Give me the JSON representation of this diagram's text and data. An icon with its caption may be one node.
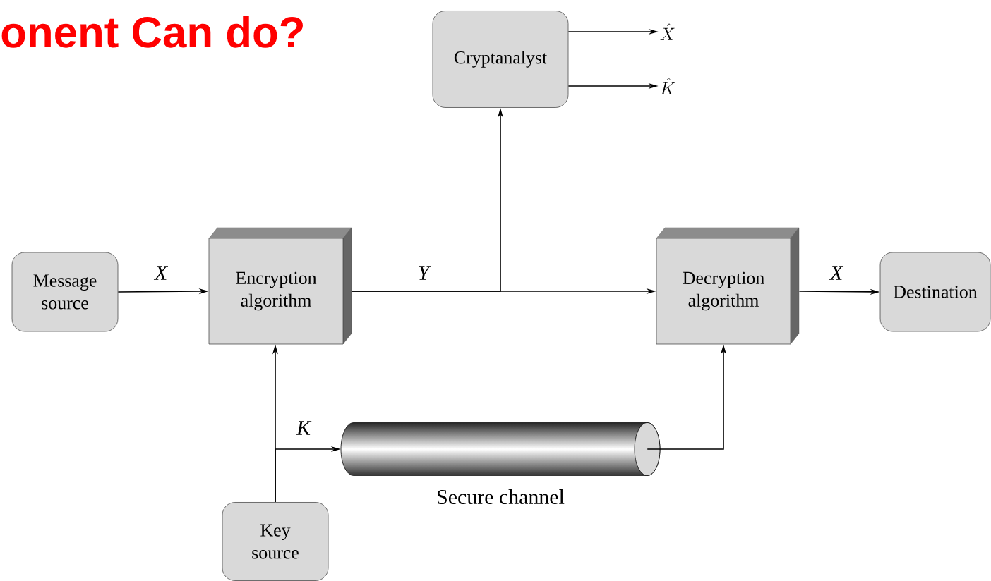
{
  "diagram": {
    "title": "onent Can do?",
    "nodes": [
      {
        "text": [
          "Message source"
        ]
      },
      {
        "text": [
          "Encryption algorithm"
        ]
      },
      {
        "text": [
          "Cryptanalyst"
        ]
      },
      {
        "text": [
          "Decryption algorithm"
        ]
      },
      {
        "text": [
          "Destination"
        ]
      },
      {
        "text": [
          "Key source"
        ]
      },
      {
        "text": [],
        "shape": "cylinder",
        "beside": [
          "Secure channel"
        ]
      },
      {
        "text": [
          "\\hat{X}"
        ]
      },
      {
        "text": [
          "\\hat{K}"
        ]
      }
    ],
    "edges": [
      {
        "from": 0,
        "to": 1,
        "arrow": "to",
        "label": "X"
      },
      {
        "from": 1,
        "to": 3,
        "arrow": "to",
        "label": "Y"
      },
      {
        "from": 1,
        "to": 2,
        "arrow": "to"
      },
      {
        "from": 2,
        "to": 7,
        "arrow": "to"
      },
      {
        "from": 2,
        "to": 8,
        "arrow": "to"
      },
      {
        "from": 3,
        "to": 4,
        "arrow": "to",
        "label": "X"
      },
      {
        "from": 5,
        "to": 1,
        "arrow": "to"
      },
      {
        "from": 5,
        "to": 6,
        "arrow": "to",
        "label": "K"
      },
      {
        "from": 6,
        "to": 3,
        "arrow": "to"
      }
    ]
  }
}
